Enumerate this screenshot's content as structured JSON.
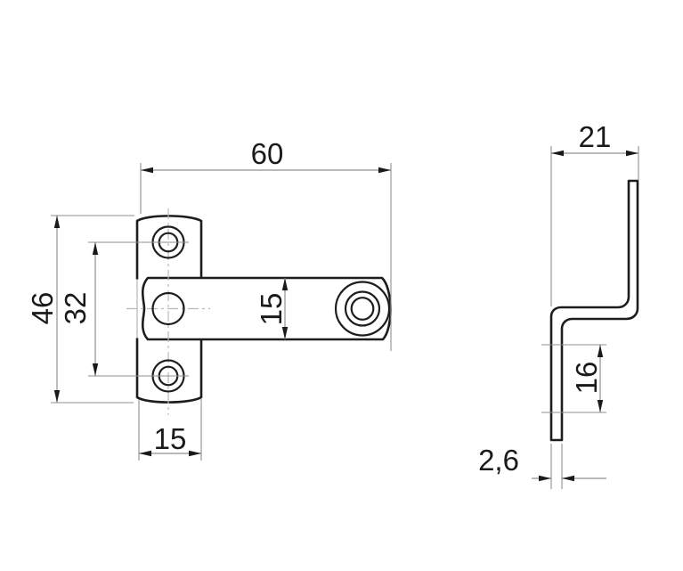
{
  "drawing": {
    "kind": "technical-drawing-two-views",
    "views": {
      "front": {
        "label": "front-view",
        "dim_total_width": "60",
        "dim_total_height": "46",
        "dim_hole_spacing": "32",
        "dim_arm_height": "15",
        "dim_plate_width": "15"
      },
      "side": {
        "label": "side-view",
        "dim_depth": "21",
        "dim_lower_leg": "16",
        "dim_thickness": "2,6"
      }
    },
    "colors": {
      "background": "#ffffff",
      "outline": "#1d1d1d",
      "dimension_line": "#8f8f8f",
      "dimension_text": "#1a1a1a",
      "centerline": "#b9b9b9"
    }
  }
}
